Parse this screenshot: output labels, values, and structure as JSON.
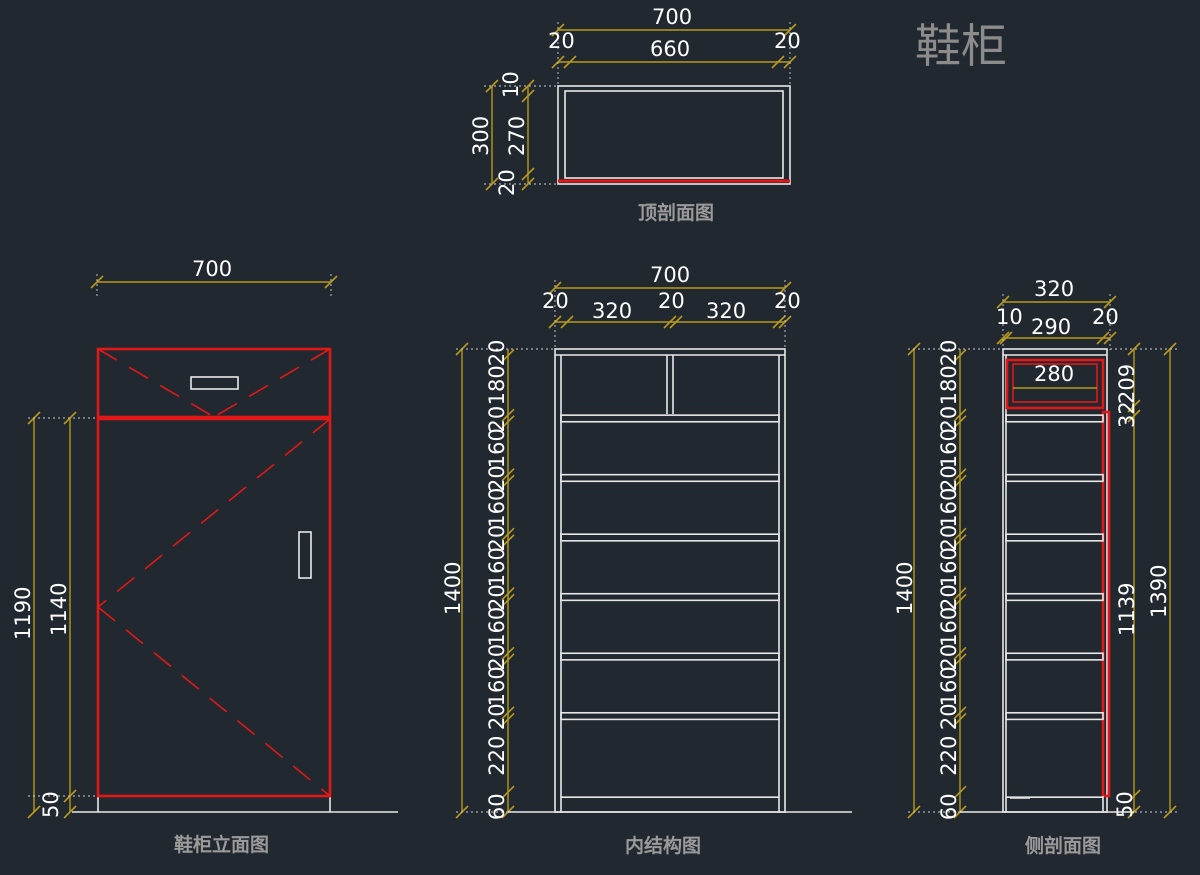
{
  "title": "鞋柜",
  "views": {
    "top": {
      "caption": "顶剖面图",
      "dims_h": [
        "700",
        "20",
        "660",
        "20"
      ],
      "dims_v": [
        "300",
        "10",
        "270",
        "20"
      ]
    },
    "front": {
      "caption": "鞋柜立面图",
      "dims_h": [
        "700"
      ],
      "dims_v": [
        "1190",
        "1140",
        "50"
      ]
    },
    "inner": {
      "caption": "内结构图",
      "dims_h": [
        "700",
        "20",
        "320",
        "20",
        "320",
        "20"
      ],
      "dims_v": [
        "1400",
        "20",
        "180",
        "20",
        "160",
        "20",
        "160",
        "20",
        "160",
        "20",
        "160",
        "20",
        "160",
        "20",
        "220",
        "60"
      ]
    },
    "side": {
      "caption": "侧剖面图",
      "dims_h": [
        "320",
        "10",
        "290",
        "20",
        "280"
      ],
      "dims_v_left": [
        "1400",
        "20",
        "180",
        "20",
        "160",
        "20",
        "160",
        "20",
        "160",
        "20",
        "160",
        "20",
        "160",
        "20",
        "220",
        "60"
      ],
      "dims_v_right": [
        "1390",
        "209",
        "32",
        "1139",
        "50"
      ]
    }
  },
  "colors": {
    "background": "#212830",
    "outline": "#e8e8e8",
    "door": "#e01818",
    "dimension": "#b89a1a"
  }
}
